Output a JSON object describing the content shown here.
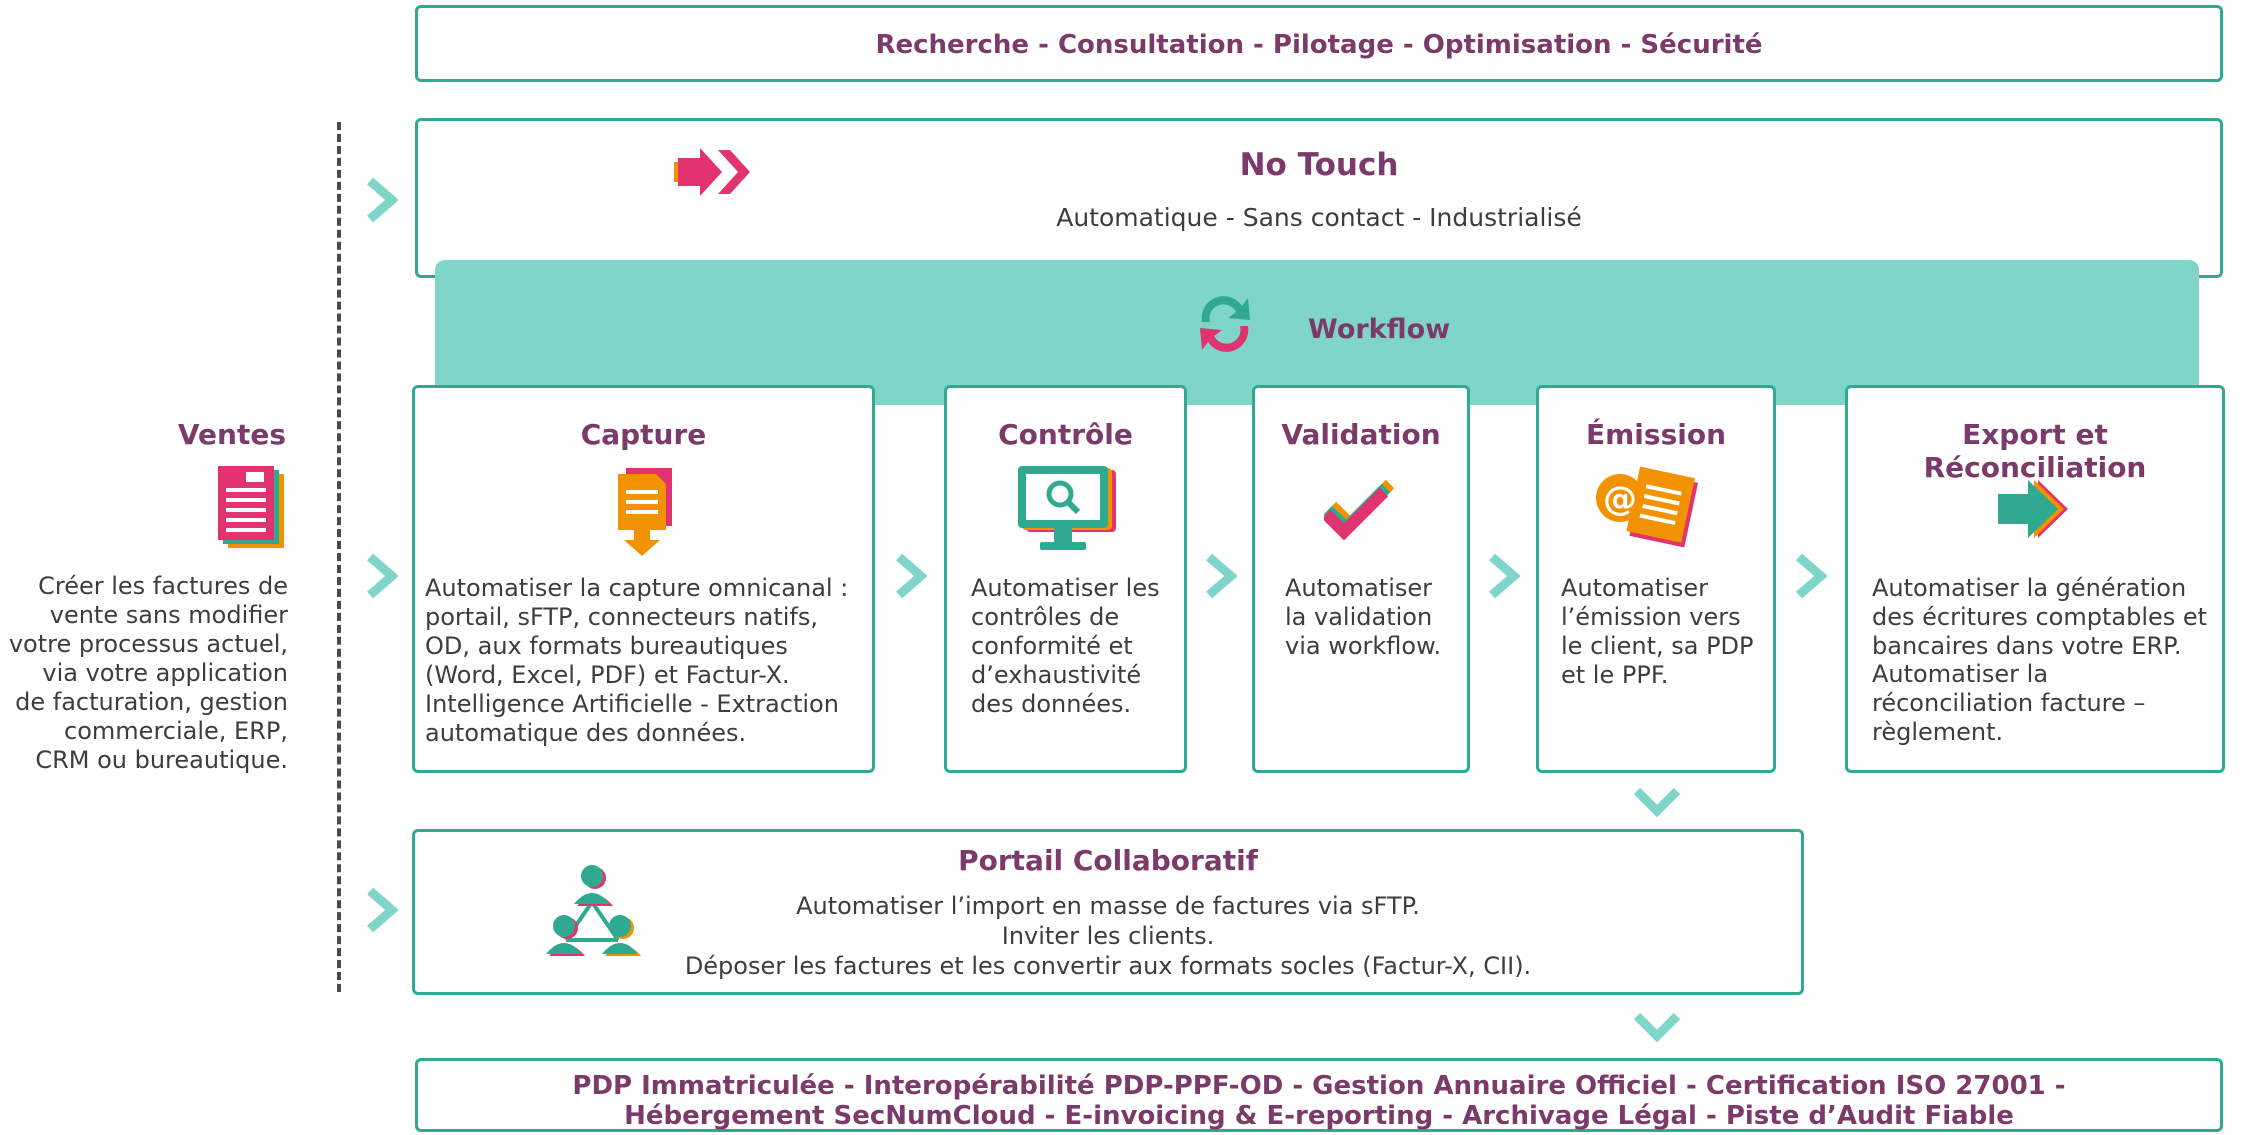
{
  "top_banner": "Recherche - Consultation - Pilotage - Optimisation - Sécurité",
  "no_touch": {
    "title": "No Touch",
    "subtitle": "Automatique - Sans contact - Industrialisé"
  },
  "workflow": {
    "label": "Workflow"
  },
  "ventes": {
    "title": "Ventes",
    "description": "Créer les factures de vente sans modifier votre processus actuel, via votre application de facturation, gestion commerciale, ERP, CRM ou bureautique."
  },
  "steps": [
    {
      "title": "Capture",
      "p1": "Automatiser la capture omnicanal : portail, sFTP, connecteurs natifs, OD, aux formats bureautiques (Word, Excel, PDF) et Factur-X.",
      "p2": "Intelligence Artificielle - Extraction automatique des données."
    },
    {
      "title": "Contrôle",
      "p1": "Automatiser les contrôles de conformité et d’exhaustivité des données.",
      "p2": ""
    },
    {
      "title": "Validation",
      "p1": "Automatiser la validation via workflow.",
      "p2": ""
    },
    {
      "title": "Émission",
      "p1": "Automatiser l’émission vers le client, sa PDP et le PPF.",
      "p2": ""
    },
    {
      "title": "Export et Réconciliation",
      "p1": "Automatiser la génération des écritures comptables et bancaires dans votre ERP.",
      "p2": "Automatiser la réconciliation facture – règlement."
    }
  ],
  "portail": {
    "title": "Portail Collaboratif",
    "lines": [
      "Automatiser l’import en masse de factures via sFTP.",
      "Inviter les clients.",
      "Déposer les factures et les convertir aux formats socles (Factur-X, CII)."
    ]
  },
  "bottom_banner": {
    "line1": "PDP Immatriculée - Interopérabilité PDP-PPF-OD - Gestion Annuaire Officiel - Certification ISO 27001 -",
    "line2": "Hébergement SecNumCloud - E-invoicing & E-reporting - Archivage Légal - Piste d’Audit Fiable"
  },
  "colors": {
    "teal": "#2fa98f",
    "teal_light": "#7fd6c8",
    "plum": "#7b3a6a",
    "pink": "#e0336f",
    "orange": "#f39200"
  },
  "icons": [
    "double-arrow-icon",
    "refresh-icon",
    "document-icon",
    "file-stack-icon",
    "monitor-search-icon",
    "checkmark-icon",
    "email-document-icon",
    "export-arrow-icon",
    "people-network-icon",
    "chevron-right-icon",
    "chevron-down-icon"
  ]
}
